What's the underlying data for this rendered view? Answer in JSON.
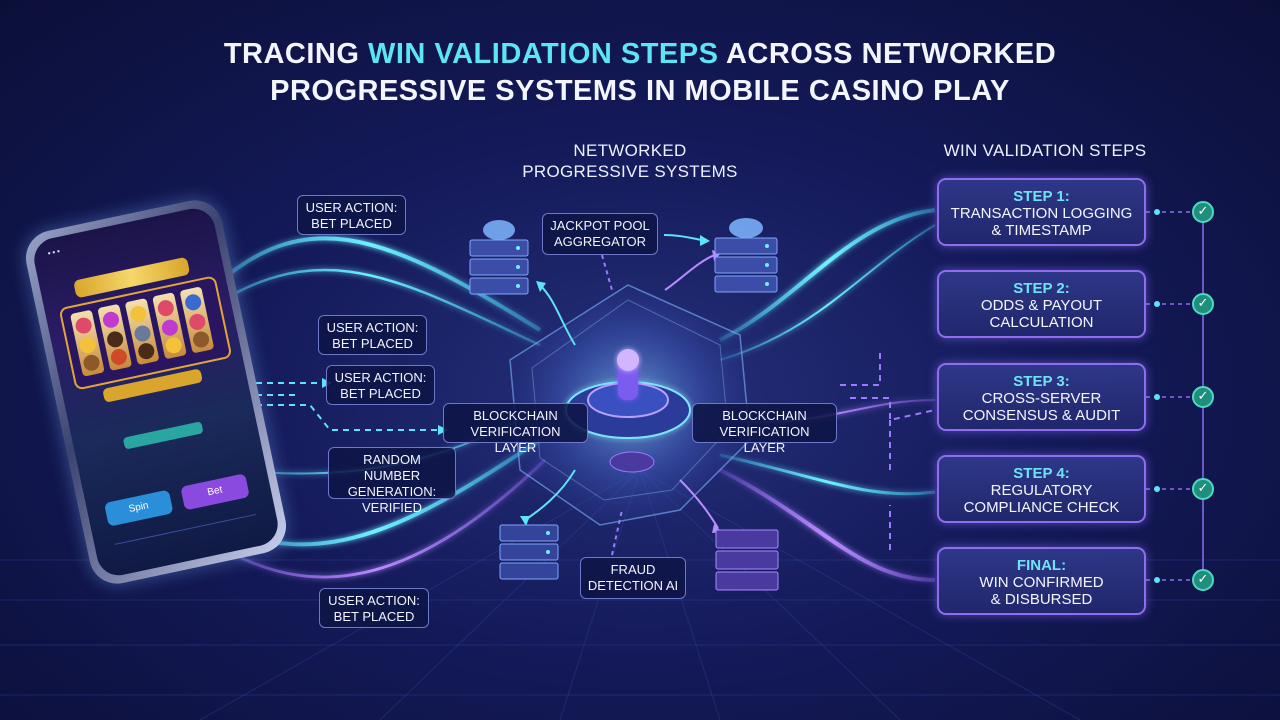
{
  "title": {
    "part1": "TRACING ",
    "highlight": "WIN VALIDATION STEPS",
    "part2": " ACROSS NETWORKED",
    "line2": "PROGRESSIVE SYSTEMS IN MOBILE CASINO PLAY"
  },
  "center_heading": {
    "line1": "NETWORKED",
    "line2": "PROGRESSIVE SYSTEMS"
  },
  "right_heading": "WIN VALIDATION STEPS",
  "labels": {
    "user_action_1": {
      "line1": "USER ACTION:",
      "line2": "BET PLACED"
    },
    "user_action_2": {
      "line1": "USER ACTION:",
      "line2": "BET PLACED"
    },
    "user_action_3": {
      "line1": "USER ACTION:",
      "line2": "BET PLACED"
    },
    "user_action_4": {
      "line1": "USER ACTION:",
      "line2": "BET PLACED"
    },
    "rng": {
      "line1": "RANDOM NUMBER",
      "line2": "GENERATION:",
      "line3": "VERIFIED"
    },
    "jackpot": {
      "line1": "JACKPOT POOL",
      "line2": "AGGREGATOR"
    },
    "blockchain_left": {
      "line1": "BLOCKCHAIN",
      "line2": "VERIFICATION LAYER"
    },
    "blockchain_right": {
      "line1": "BLOCKCHAIN",
      "line2": "VERIFICATION LAYER"
    },
    "fraud": {
      "line1": "FRAUD",
      "line2": "DETECTION AI"
    }
  },
  "steps": [
    {
      "title": "STEP 1:",
      "line1": "TRANSACTION LOGGING",
      "line2": "& TIMESTAMP"
    },
    {
      "title": "STEP 2:",
      "line1": "ODDS & PAYOUT",
      "line2": "CALCULATION"
    },
    {
      "title": "STEP 3:",
      "line1": "CROSS-SERVER",
      "line2": "CONSENSUS & AUDIT"
    },
    {
      "title": "STEP 4:",
      "line1": "REGULATORY",
      "line2": "COMPLIANCE CHECK"
    },
    {
      "title": "FINAL:",
      "line1": "WIN CONFIRMED",
      "line2": "& DISBURSED"
    }
  ],
  "phone": {
    "spin_label": "Spin",
    "bet_label": "Bet"
  },
  "icons": {
    "check": "check-icon",
    "server": "server-icon",
    "cloud": "cloud-icon",
    "phone": "smartphone-icon",
    "shield": "shield-core-icon"
  },
  "colors": {
    "accent_cyan": "#5de4f5",
    "accent_purple": "#8e6df0",
    "check_green": "#1e8f7c",
    "background": "#141a5a"
  }
}
